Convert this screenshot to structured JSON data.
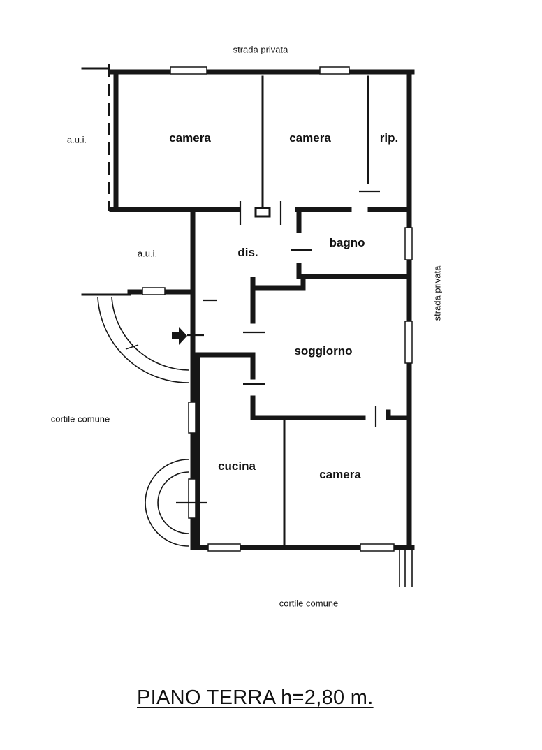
{
  "labels": {
    "top": "strada privata",
    "right": "strada privata",
    "aui_top": "a.u.i.",
    "aui_mid": "a.u.i.",
    "cortile_left": "cortile comune",
    "cortile_bottom": "cortile comune"
  },
  "rooms": {
    "camera_1": "camera",
    "camera_2": "camera",
    "rip": "rip.",
    "dis": "dis.",
    "bagno": "bagno",
    "soggiorno": "soggiorno",
    "cucina": "cucina",
    "camera_3": "camera"
  },
  "title": "PIANO TERRA h=2,80 m."
}
